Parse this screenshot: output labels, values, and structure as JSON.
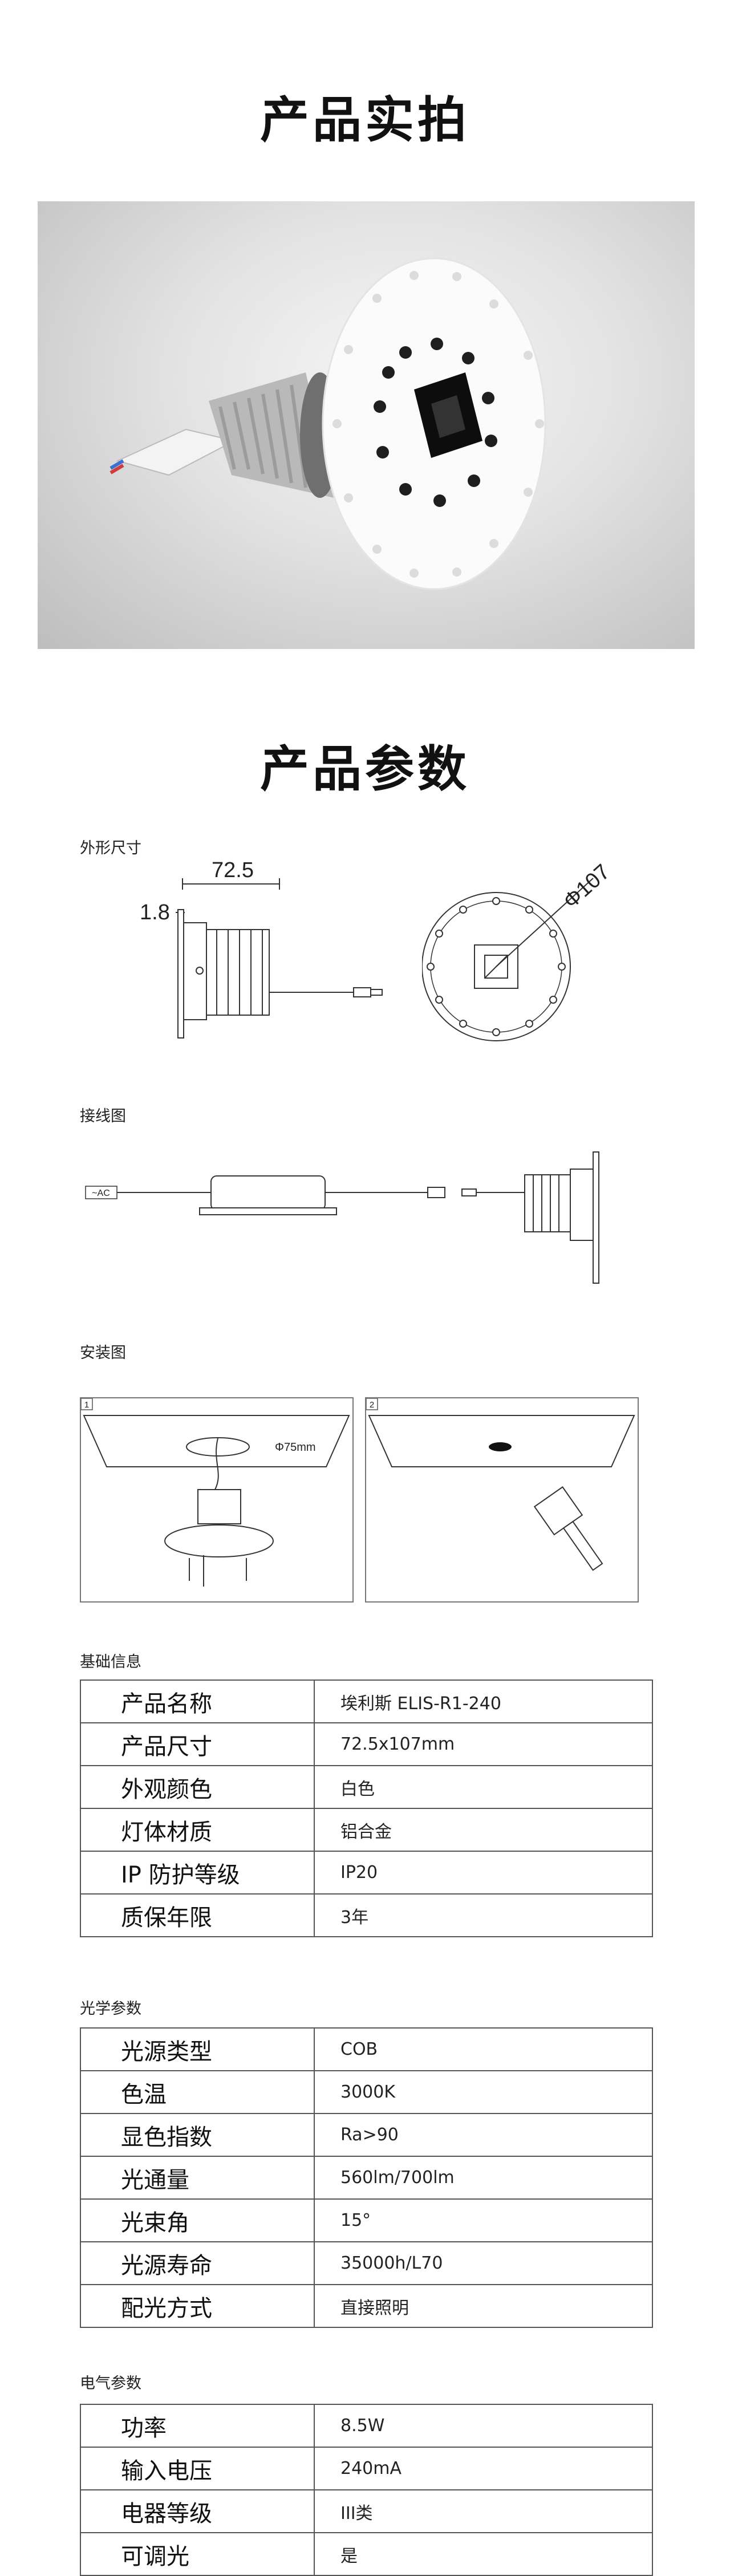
{
  "photo_section": {
    "title": "产品实拍"
  },
  "params_section": {
    "title": "产品参数"
  },
  "dimensions": {
    "label": "外形尺寸",
    "depth": "72.5",
    "flange": "1.8",
    "diameter": "Φ107"
  },
  "wiring": {
    "label": "接线图",
    "ac_tag": "~AC"
  },
  "install": {
    "label": "安装图",
    "step1": "1",
    "step2": "2",
    "hole": "Φ75mm"
  },
  "basic_info": {
    "label": "基础信息",
    "rows": [
      {
        "key": "产品名称",
        "value": "埃利斯 ELIS-R1-240"
      },
      {
        "key": "产品尺寸",
        "value": "72.5x107mm"
      },
      {
        "key": "外观颜色",
        "value": "白色"
      },
      {
        "key": "灯体材质",
        "value": "铝合金"
      },
      {
        "key": "IP 防护等级",
        "value": "IP20"
      },
      {
        "key": "质保年限",
        "value": "3年"
      }
    ]
  },
  "optical": {
    "label": "光学参数",
    "rows": [
      {
        "key": "光源类型",
        "value": "COB"
      },
      {
        "key": "色温",
        "value": "3000K"
      },
      {
        "key": "显色指数",
        "value": "Ra>90"
      },
      {
        "key": "光通量",
        "value": "560lm/700lm"
      },
      {
        "key": "光束角",
        "value": "15°"
      },
      {
        "key": "光源寿命",
        "value": "35000h/L70"
      },
      {
        "key": "配光方式",
        "value": "直接照明"
      }
    ]
  },
  "electrical": {
    "label": "电气参数",
    "rows": [
      {
        "key": "功率",
        "value": "8.5W"
      },
      {
        "key": "输入电压",
        "value": "240mA"
      },
      {
        "key": "电器等级",
        "value": "III类"
      },
      {
        "key": "可调光",
        "value": "是"
      }
    ]
  }
}
